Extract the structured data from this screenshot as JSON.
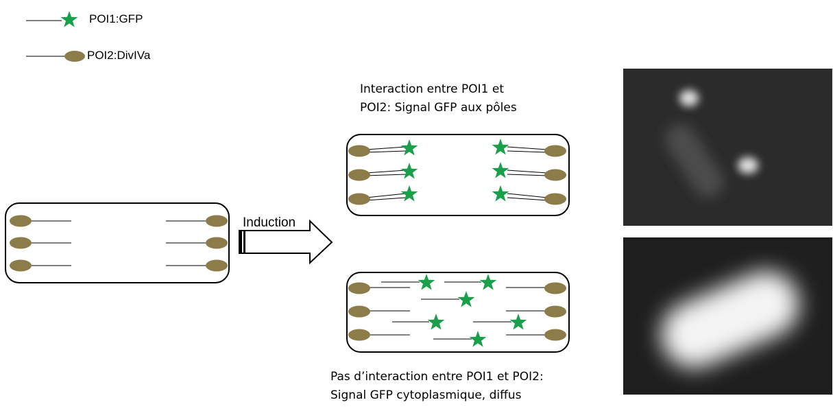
{
  "legend": {
    "gfp_label": "POI1:GFP",
    "divIVa_label": "POI2:DivIVa"
  },
  "arrow": {
    "label": "Induction"
  },
  "captions": {
    "interaction_line1": "Interaction entre POI1 et",
    "interaction_line2": "POI2: Signal GFP aux pôles",
    "no_interaction_line1": "Pas d’interaction entre POI1 et POI2:",
    "no_interaction_line2": "Signal GFP cytoplasmique, diffus"
  },
  "symbols": {
    "gfp": "green-star-icon",
    "divIVa": "olive-ellipse-icon"
  },
  "colors": {
    "gfp_green": "#1aa04a",
    "divIVa_olive": "#8c7c4a",
    "cell_outline": "#000000",
    "micrograph_bg": "#2a2a2a",
    "signal_white": "#ffffff"
  }
}
